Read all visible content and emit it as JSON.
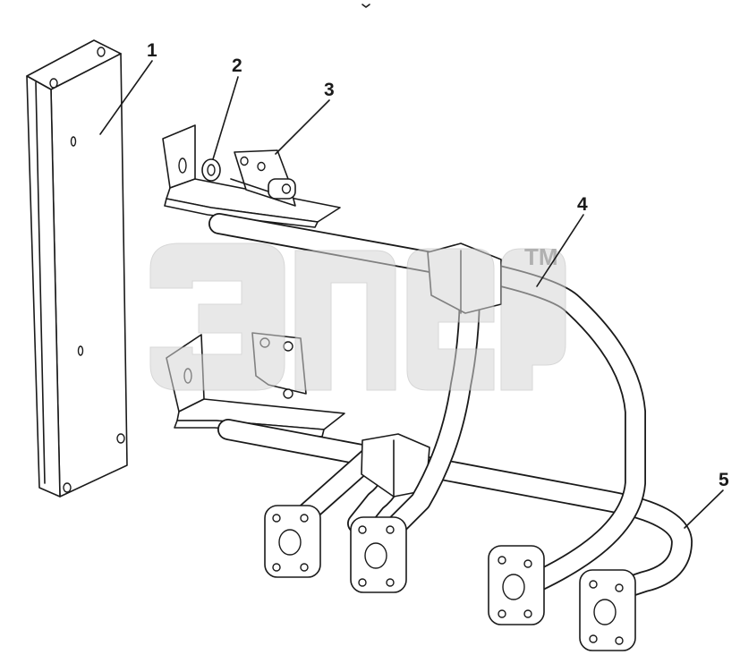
{
  "diagram": {
    "type": "exploded-assembly",
    "callouts": [
      {
        "id": "1",
        "label": "1",
        "part": "plate"
      },
      {
        "id": "2",
        "label": "2",
        "part": "washer"
      },
      {
        "id": "3",
        "label": "3",
        "part": "clamp"
      },
      {
        "id": "4",
        "label": "4",
        "part": "upper-pipe"
      },
      {
        "id": "5",
        "label": "5",
        "part": "lower-pipe"
      }
    ],
    "watermark": {
      "trademark": "TM"
    },
    "line_color": "#1a1a1a",
    "watermark_color": "#d6d6d6"
  }
}
